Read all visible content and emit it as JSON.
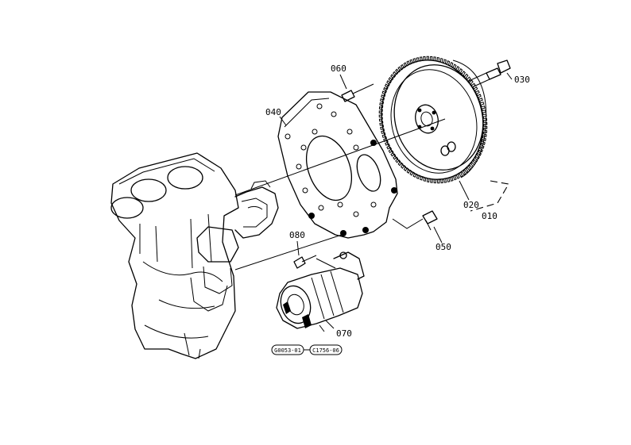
{
  "parts": [
    {
      "id": "p010",
      "label": "010"
    },
    {
      "id": "p020",
      "label": "020"
    },
    {
      "id": "p030",
      "label": "030"
    },
    {
      "id": "p040",
      "label": "040"
    },
    {
      "id": "p050",
      "label": "050"
    },
    {
      "id": "p060",
      "label": "060"
    },
    {
      "id": "p070",
      "label": "070"
    },
    {
      "id": "p080",
      "label": "080"
    }
  ],
  "references": [
    {
      "id": "r1",
      "label": "G0053-01"
    },
    {
      "id": "r2",
      "label": "C1756-06"
    }
  ]
}
